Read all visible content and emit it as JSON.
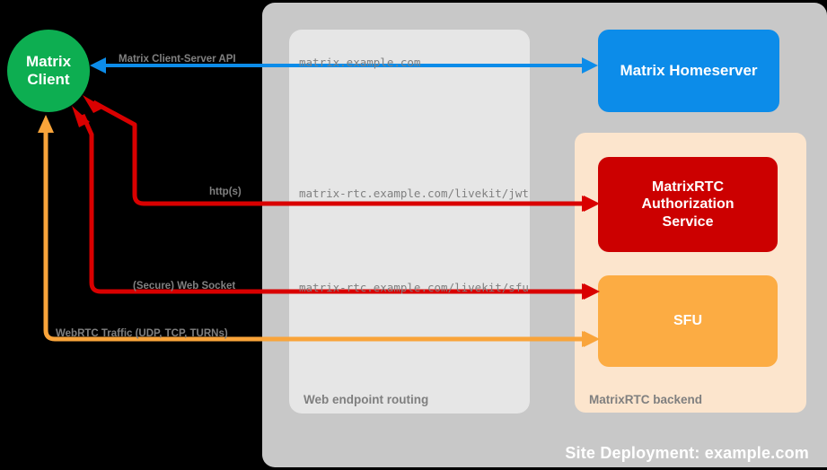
{
  "diagram": {
    "title": "Site Deployment: example.com",
    "colors": {
      "background": "#000000",
      "site_panel": "#c8c8c8",
      "routing_panel": "#e6e6e6",
      "backend_panel": "#fce5cd",
      "client": "#0dae51",
      "homeserver": "#0c8ce9",
      "auth_service": "#cc0000",
      "sfu": "#fcac43",
      "caption_text": "#7f7f7f",
      "label_text": "#808080",
      "edge_blue": "#0c8ce9",
      "edge_red": "#d90000",
      "edge_orange": "#f9a43a"
    }
  },
  "panels": {
    "routing": {
      "caption": "Web endpoint routing"
    },
    "backend": {
      "caption": "MatrixRTC backend"
    }
  },
  "nodes": {
    "client": {
      "line1": "Matrix",
      "line2": "Client"
    },
    "homeserver": {
      "label": "Matrix Homeserver"
    },
    "auth": {
      "line1": "MatrixRTC",
      "line2": "Authorization",
      "line3": "Service"
    },
    "sfu": {
      "label": "SFU"
    }
  },
  "edges": [
    {
      "id": "client-server-api",
      "protocol_label": "Matrix Client-Server API",
      "url_label": "matrix.example.com",
      "color": "#0c8ce9",
      "direction": "bidirectional"
    },
    {
      "id": "jwt-auth",
      "protocol_label": "http(s)",
      "url_label": "matrix-rtc.example.com/livekit/jwt",
      "color": "#d90000",
      "direction": "bidirectional"
    },
    {
      "id": "sfu-websocket",
      "protocol_label": "(Secure) Web Socket",
      "url_label": "matrix-rtc.example.com/livekit/sfu",
      "color": "#d90000",
      "direction": "bidirectional"
    },
    {
      "id": "webrtc-media",
      "protocol_label": "WebRTC Traffic (UDP, TCP, TURNs)",
      "url_label": "",
      "color": "#f9a43a",
      "direction": "bidirectional"
    }
  ]
}
